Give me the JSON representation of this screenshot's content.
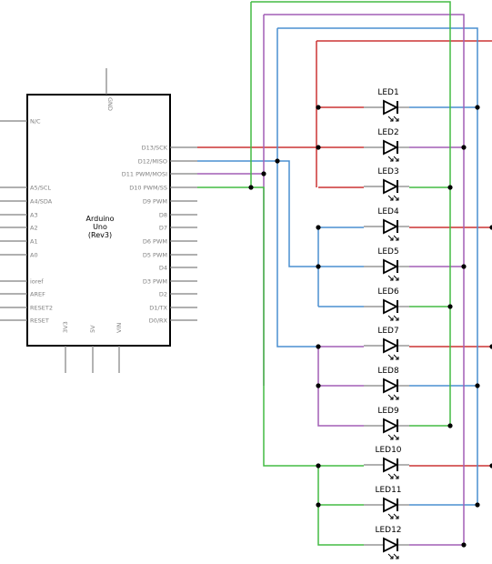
{
  "board": {
    "title_lines": [
      "Arduino",
      "Uno",
      "(Rev3)"
    ],
    "top_pin": "GND",
    "left_pins": [
      "N/C",
      "A5/SCL",
      "A4/SDA",
      "A3",
      "A2",
      "A1",
      "A0",
      "ioref",
      "AREF",
      "RESET2",
      "RESET"
    ],
    "right_pins": [
      "D13/SCK",
      "D12/MISO",
      "D11 PWM/MOSI",
      "D10 PWM/SS",
      "D9 PWM",
      "D8",
      "D7",
      "D6 PWM",
      "D5 PWM",
      "D4",
      "D3 PWM",
      "D2",
      "D1/TX",
      "D0/RX"
    ],
    "bottom_pins": [
      "3V3",
      "5V",
      "VIN"
    ]
  },
  "leds": [
    "LED1",
    "LED2",
    "LED3",
    "LED4",
    "LED5",
    "LED6",
    "LED7",
    "LED8",
    "LED9",
    "LED10",
    "LED11",
    "LED12"
  ],
  "wire_colors": {
    "red": "#cc3333",
    "blue": "#4a8fd0",
    "purple": "#a25fb5",
    "green": "#44bb44",
    "black": "#000000",
    "pin_gray": "#808080"
  }
}
